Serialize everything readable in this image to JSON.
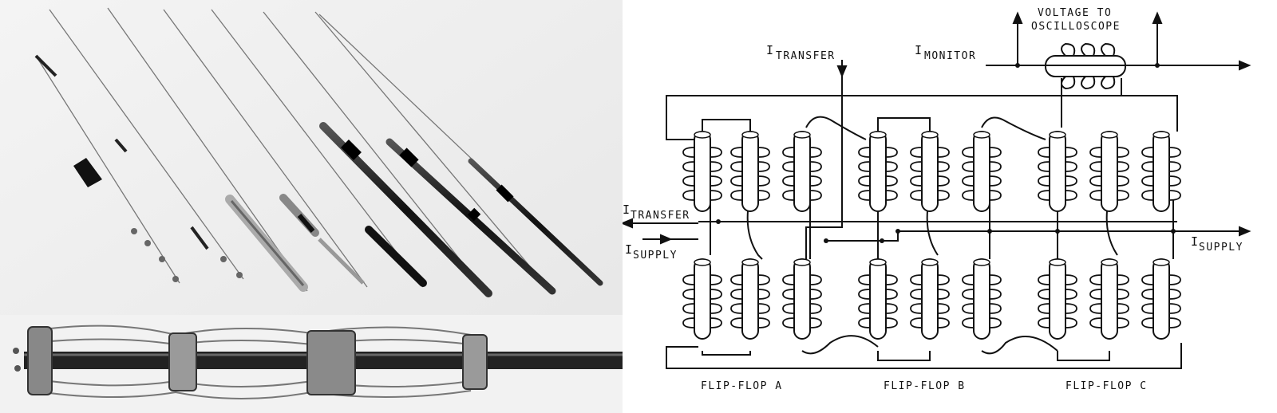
{
  "photo": {
    "caption": ""
  },
  "diagram": {
    "voltage_label": [
      "VOLTAGE TO",
      "OSCILLOSCOPE"
    ],
    "i_transfer_top": {
      "main": "I",
      "sub": "TRANSFER"
    },
    "i_monitor": {
      "main": "I",
      "sub": "MONITOR"
    },
    "i_transfer_left": {
      "main": "I",
      "sub": "TRANSFER"
    },
    "i_supply_left": {
      "main": "I",
      "sub": "SUPPLY"
    },
    "i_supply_right": {
      "main": "I",
      "sub": "SUPPLY"
    },
    "flip_flops": [
      "FLIP-FLOP A",
      "FLIP-FLOP B",
      "FLIP-FLOP C"
    ]
  }
}
